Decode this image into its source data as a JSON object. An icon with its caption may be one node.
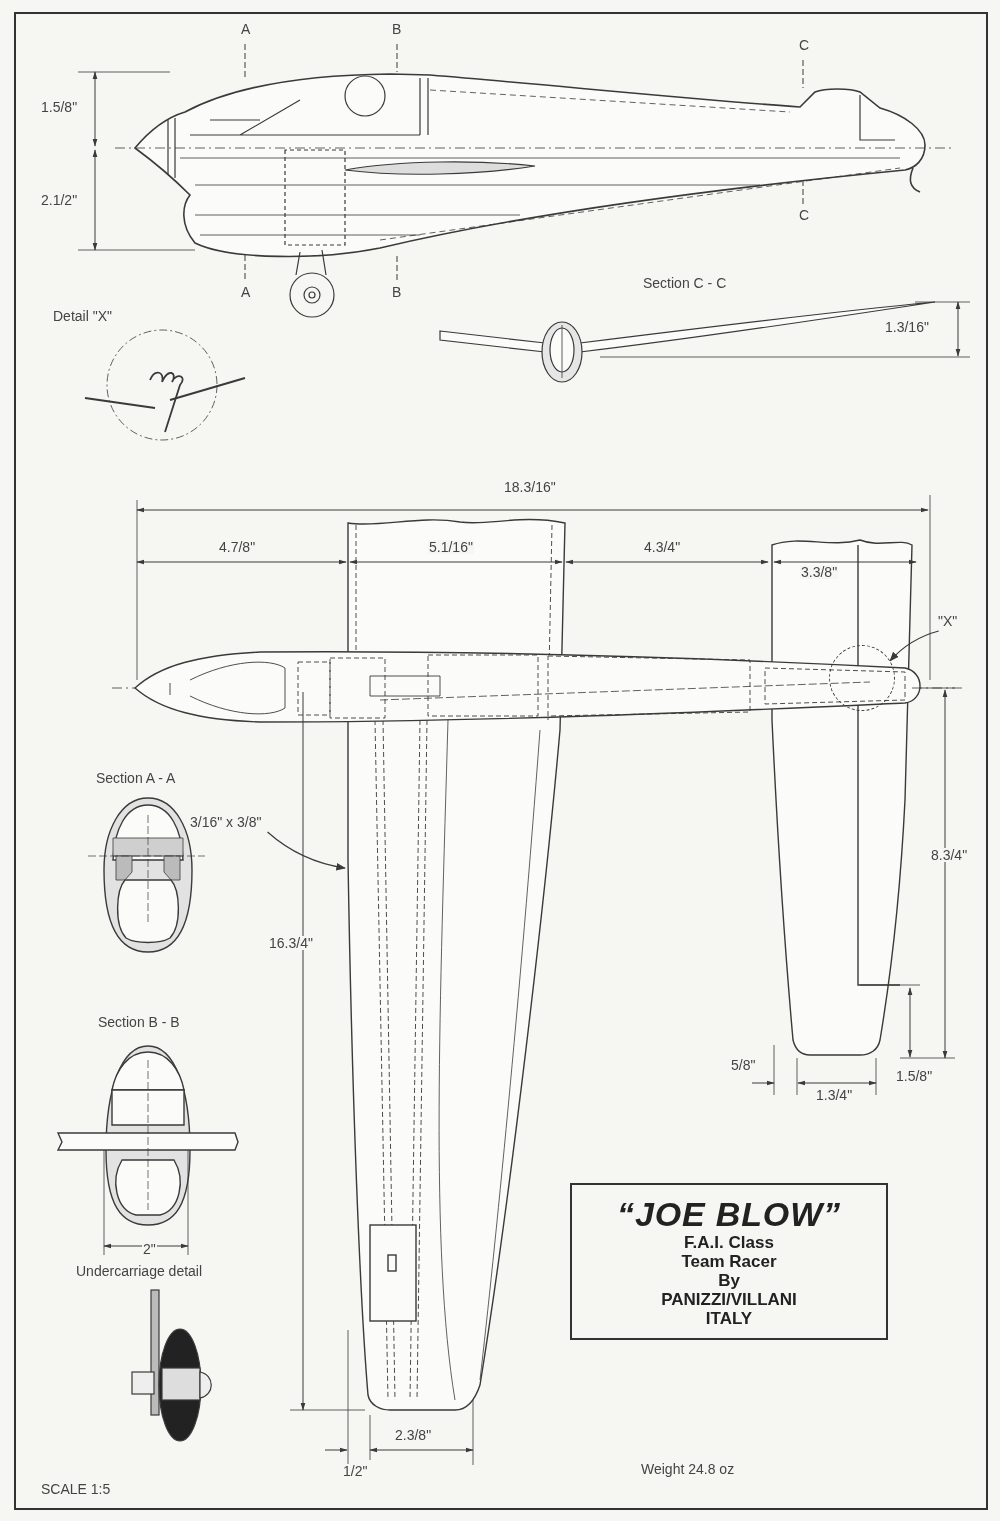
{
  "diagram": {
    "nodes": [
      {
        "text": [
          "“JOE BLOW”",
          "F.A.I. Class",
          "Team Racer",
          "By",
          "PANIZZI/VILLANI",
          "ITALY"
        ]
      },
      {
        "text": [
          "\"X\""
        ]
      },
      {
        "text": [],
        "shape": "circle"
      },
      {
        "text": [
          "3/16\" x 3/8\""
        ]
      }
    ],
    "edges": [
      {
        "from": 1,
        "to": 2,
        "arrow": "to"
      },
      {
        "from": 3,
        "to": null,
        "arrow": "to"
      }
    ],
    "labels": [
      "A",
      "B",
      "C",
      "1.5/8\"",
      "2.1/2\"",
      "C",
      "A",
      "B",
      "Section C - C",
      "Detail \"X\"",
      "1.3/16\"",
      "18.3/16\"",
      "4.7/8\"",
      "5.1/16\"",
      "4.3/4\"",
      "3.3/8\"",
      "Section A - A",
      "16.3/4\"",
      "8.3/4\"",
      "Section B - B",
      "5/8\"",
      "1.5/8\"",
      "1.3/4\"",
      "2\"",
      "Undercarriage detail",
      "2.3/8\"",
      "1/2\"",
      "Weight 24.8 oz",
      "SCALE 1:5"
    ]
  }
}
